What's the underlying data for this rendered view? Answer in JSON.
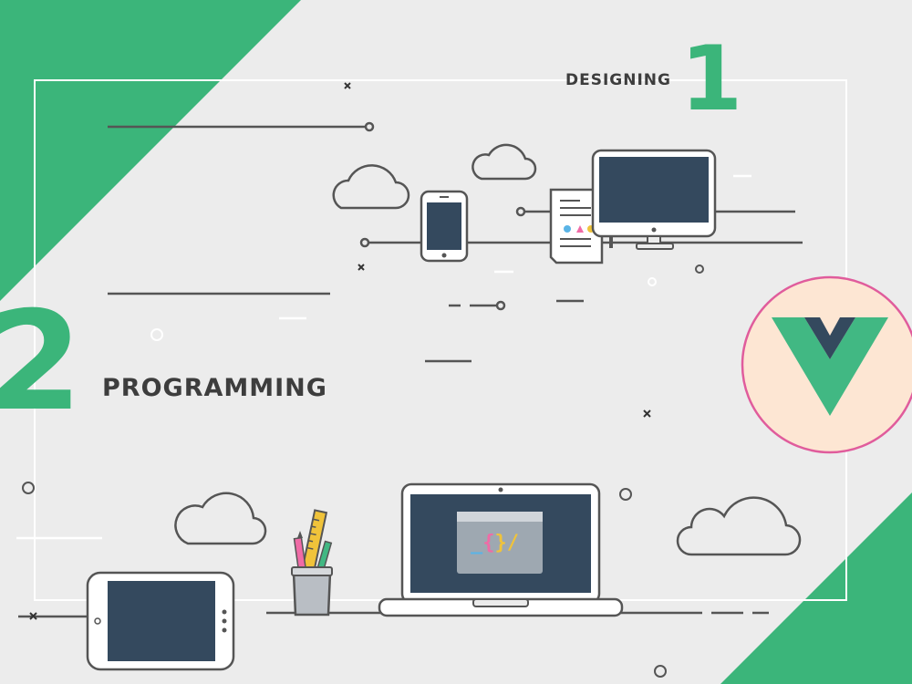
{
  "steps": [
    {
      "number": "1",
      "label": "DESIGNING"
    },
    {
      "number": "2",
      "label": "PROGRAMMING"
    }
  ],
  "code_screen": {
    "p1": "_",
    "p2": "{",
    "p3": "}/"
  },
  "colors": {
    "brand_green": "#3bb57a",
    "vue_green": "#41b883",
    "vue_navy": "#34495e",
    "line_gray": "#555555",
    "background": "#ececec"
  },
  "icons": [
    "cloud-icon",
    "smartphone-icon",
    "document-icon",
    "desktop-monitor-icon",
    "vue-logo",
    "tablet-icon",
    "pencil-cup-icon",
    "laptop-icon"
  ]
}
